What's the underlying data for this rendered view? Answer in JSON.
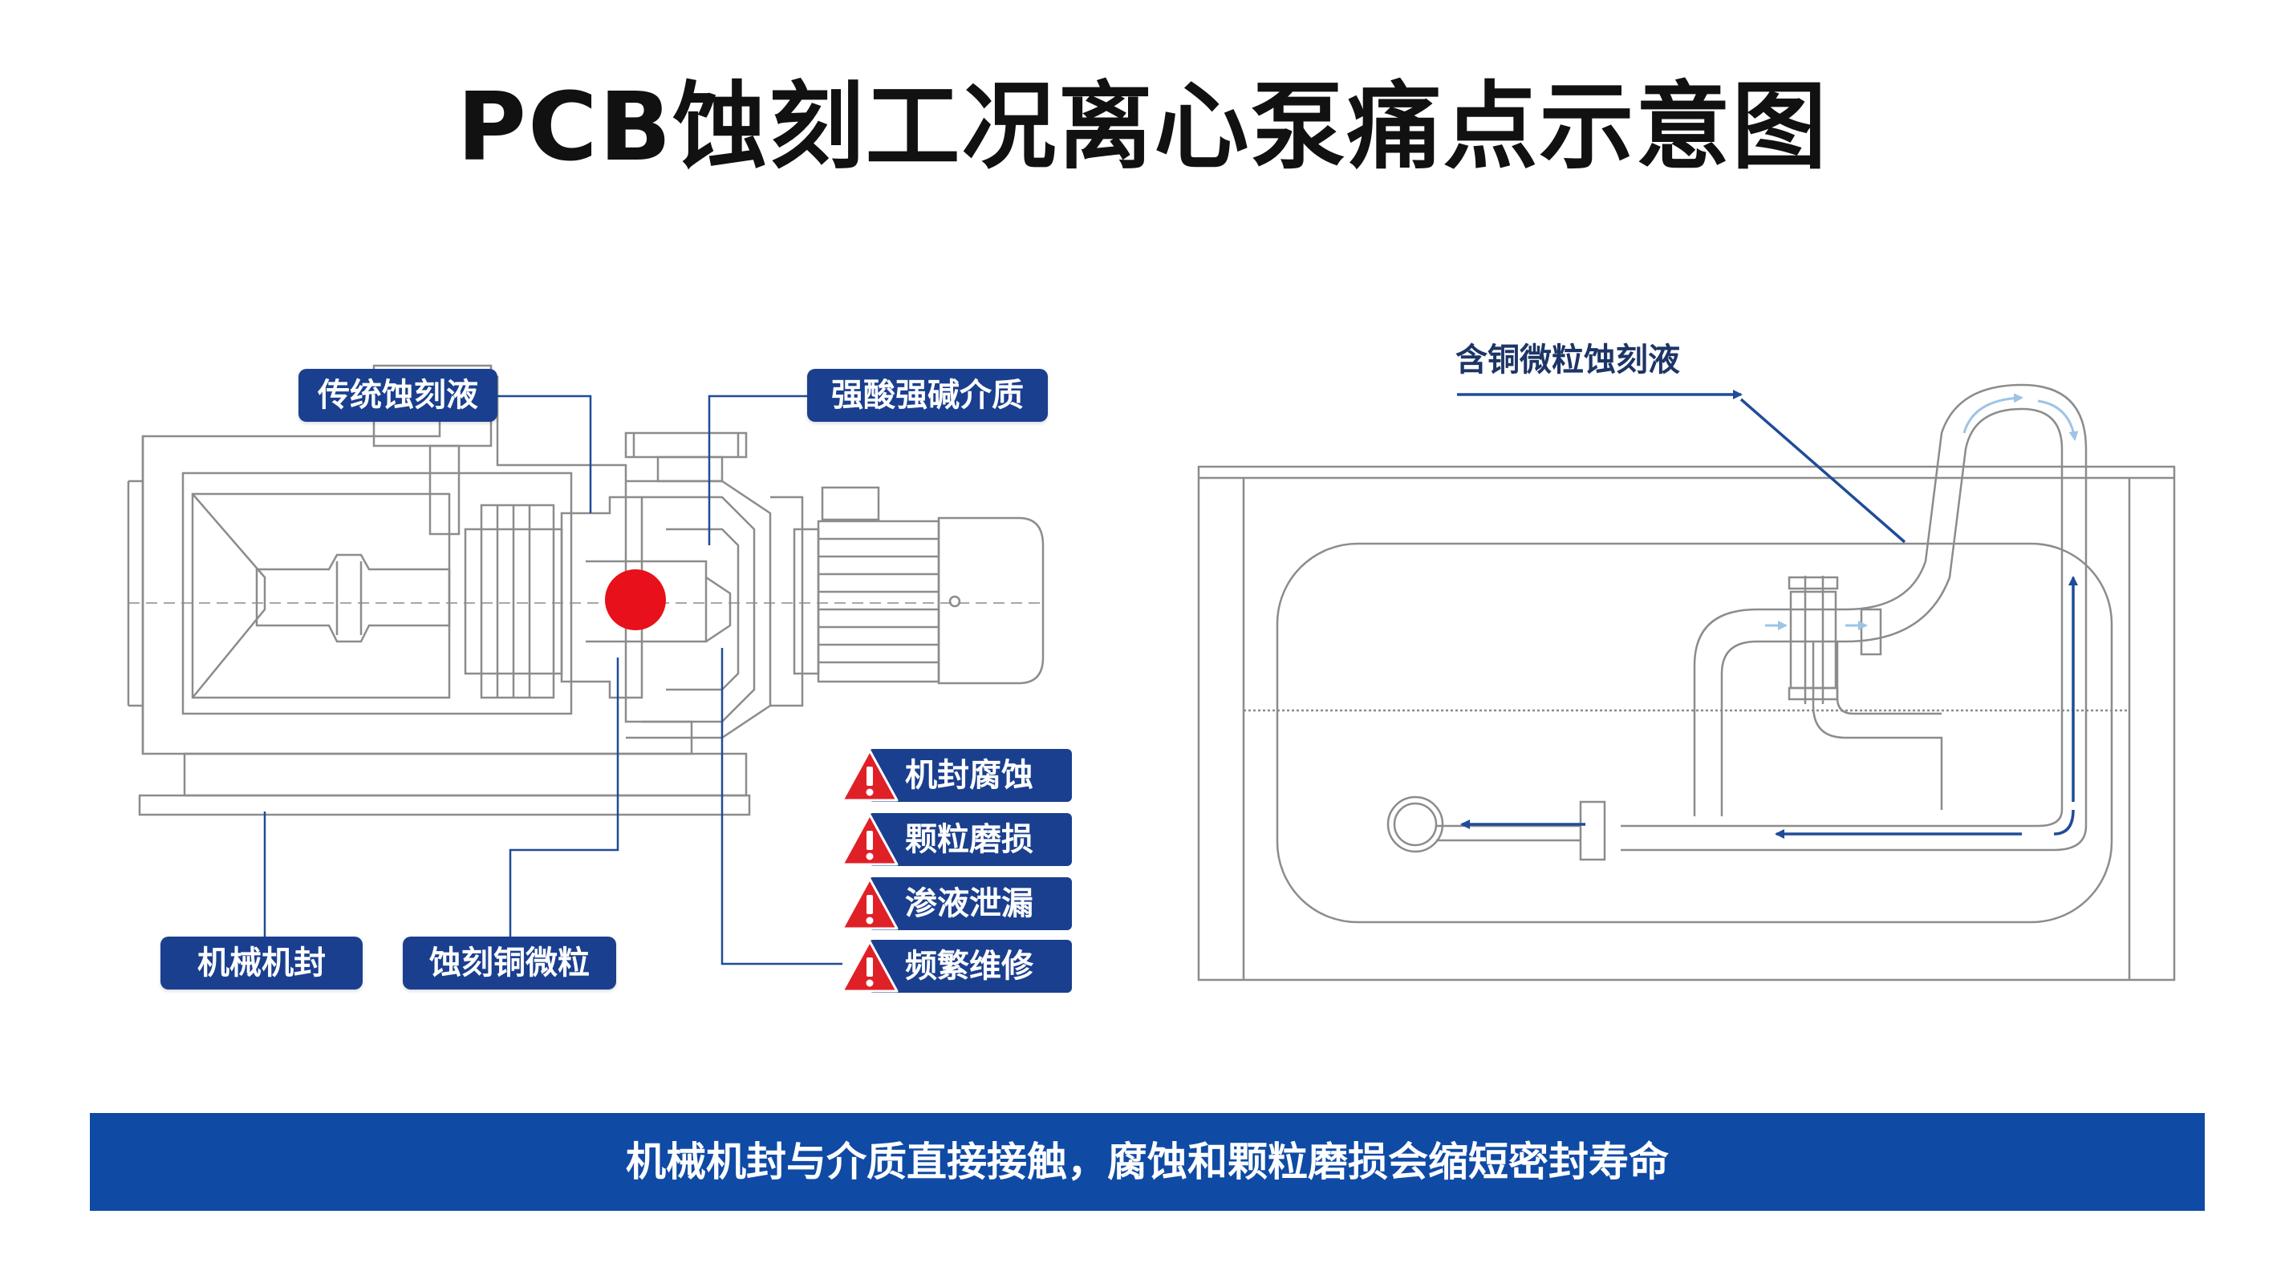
{
  "title": "PCB蚀刻工况离心泵痛点示意图",
  "pump_labels": {
    "traditional_liquid": "传统蚀刻液",
    "acid_alkali": "强酸强碱介质",
    "mechanical_seal": "机械机封",
    "copper_particles": "蚀刻铜微粒"
  },
  "pain_points": [
    {
      "text": "机封腐蚀",
      "icon": "warning-triangle-icon"
    },
    {
      "text": "颗粒磨损",
      "icon": "warning-triangle-icon"
    },
    {
      "text": "渗液泄漏",
      "icon": "warning-triangle-icon"
    },
    {
      "text": "频繁维修",
      "icon": "warning-triangle-icon"
    }
  ],
  "flow_label": "含铜微粒蚀刻液",
  "banner": "机械机封与介质直接接触，腐蚀和颗粒磨损会缩短密封寿命",
  "colors": {
    "label_bg": "#1a3f8f",
    "banner_bg": "#0f4aa5",
    "warning_red": "#e02027",
    "hotspot_red": "#e8101a",
    "line_gray": "#8c8c8c",
    "arrow_blue": "#1f4c99",
    "light_blue": "#9ec3e6"
  }
}
